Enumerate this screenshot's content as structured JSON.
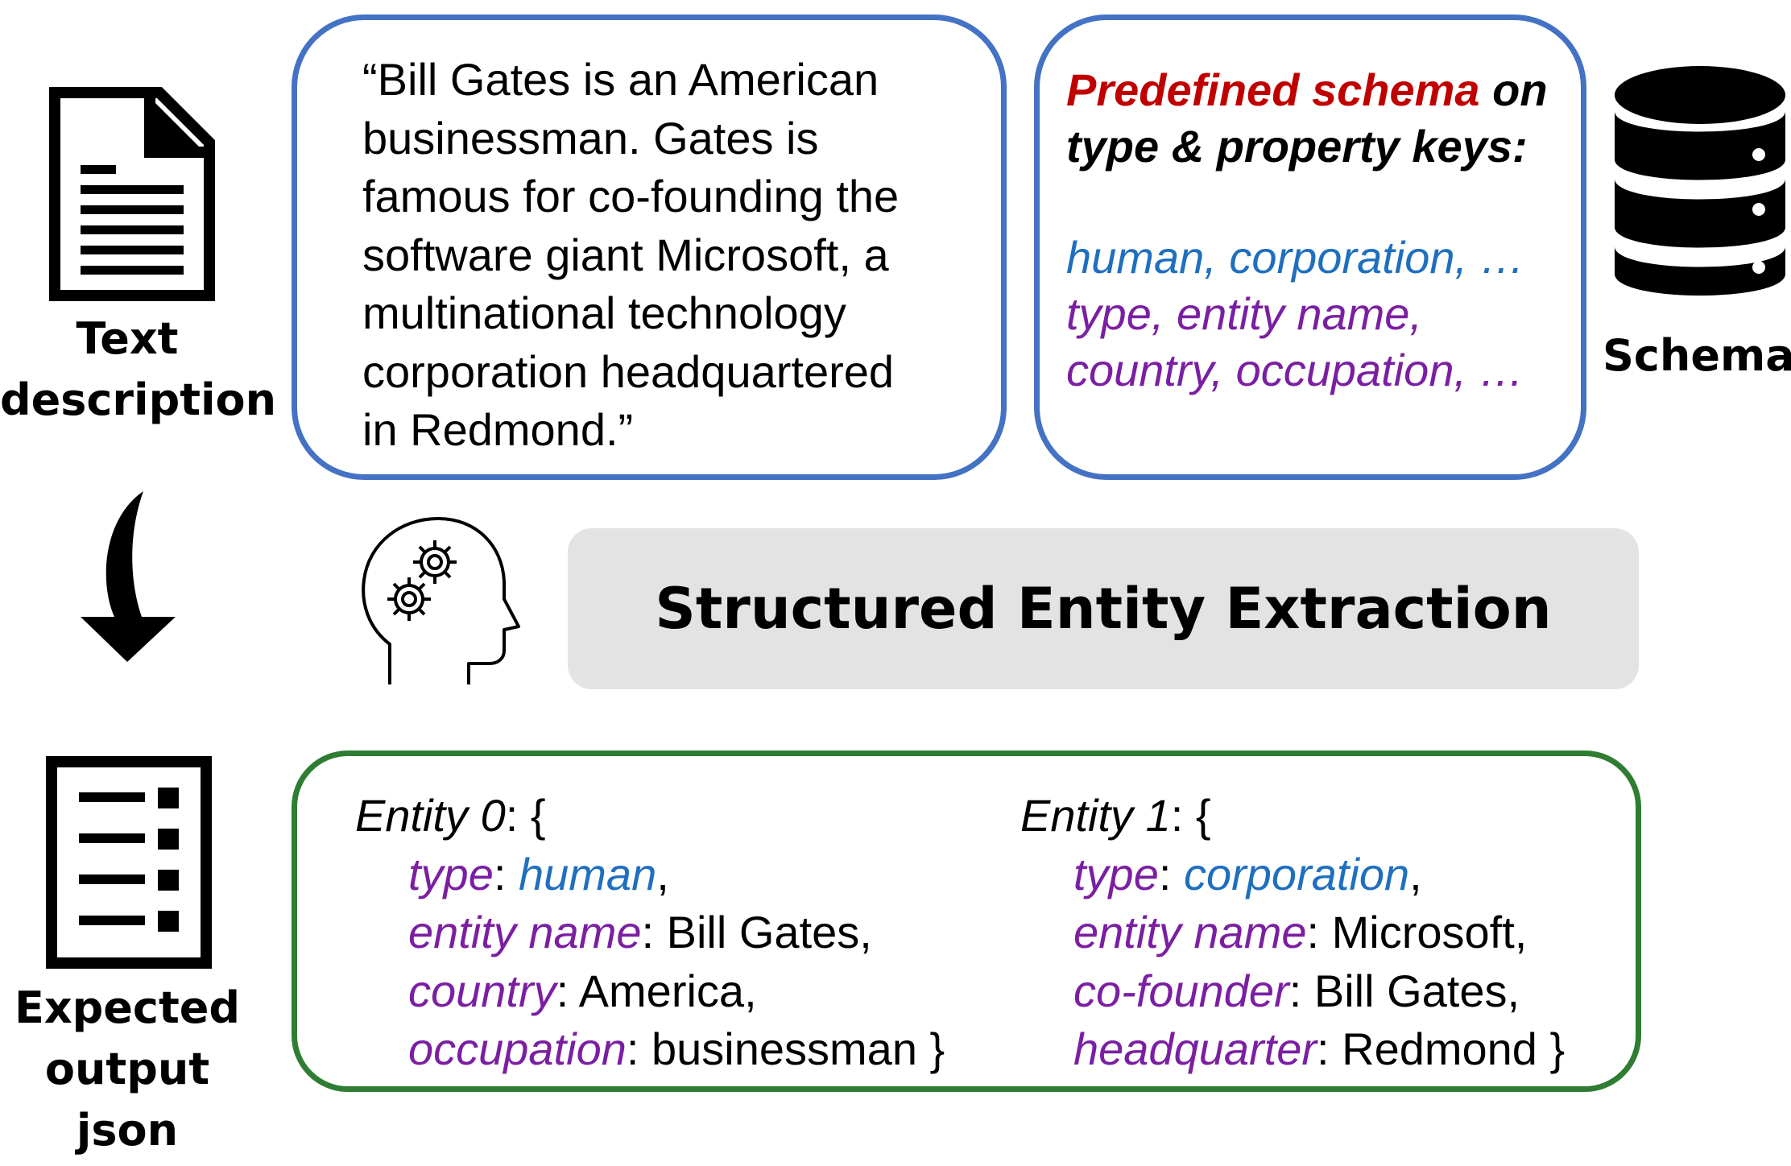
{
  "labels": {
    "text_description": [
      "Text",
      "description"
    ],
    "schema": "Schema",
    "expected_output": [
      "Expected",
      "output json"
    ]
  },
  "quote_lines": [
    "“Bill Gates is an American",
    "businessman. Gates is",
    "famous for co-founding the",
    "software giant Microsoft, a",
    "multinational technology",
    "corporation headquartered",
    "in Redmond.”"
  ],
  "schema_box": {
    "title_red": "Predefined schema",
    "title_rest_1": " on",
    "title_line2": "type & property keys:",
    "types_line": "human, corporation, …",
    "keys_line1": "type, entity name,",
    "keys_line2": "country, occupation, …"
  },
  "banner": {
    "title": "Structured Entity Extraction"
  },
  "entities": [
    {
      "header_name": "Entity 0",
      "header_open": ": {",
      "fields": [
        {
          "key": "type",
          "sep": ": ",
          "value": "human",
          "value_kind": "type",
          "tail": ","
        },
        {
          "key": "entity name",
          "sep": ": ",
          "value": "Bill Gates",
          "value_kind": "plain",
          "tail": ","
        },
        {
          "key": "country",
          "sep": ": ",
          "value": "America",
          "value_kind": "plain",
          "tail": ","
        },
        {
          "key": "occupation",
          "sep": ": ",
          "value": "businessman",
          "value_kind": "plain",
          "tail": " }"
        }
      ]
    },
    {
      "header_name": "Entity 1",
      "header_open": ": {",
      "fields": [
        {
          "key": "type",
          "sep": ": ",
          "value": "corporation",
          "value_kind": "type",
          "tail": ","
        },
        {
          "key": "entity name",
          "sep": ": ",
          "value": "Microsoft",
          "value_kind": "plain",
          "tail": ","
        },
        {
          "key": "co-founder",
          "sep": ": ",
          "value": "Bill Gates",
          "value_kind": "plain",
          "tail": ","
        },
        {
          "key": "headquarter",
          "sep": ": ",
          "value": "Redmond",
          "value_kind": "plain",
          "tail": " }"
        }
      ]
    }
  ],
  "colors": {
    "box_blue": "#4472c4",
    "box_green": "#2e7d32",
    "red": "#c00000",
    "type_blue": "#1f6fbf",
    "key_purple": "#7b1fa2",
    "banner_gray": "#e3e3e3"
  },
  "icons": [
    "document-icon",
    "database-icon",
    "down-arrow-icon",
    "head-gears-icon",
    "checklist-icon"
  ]
}
